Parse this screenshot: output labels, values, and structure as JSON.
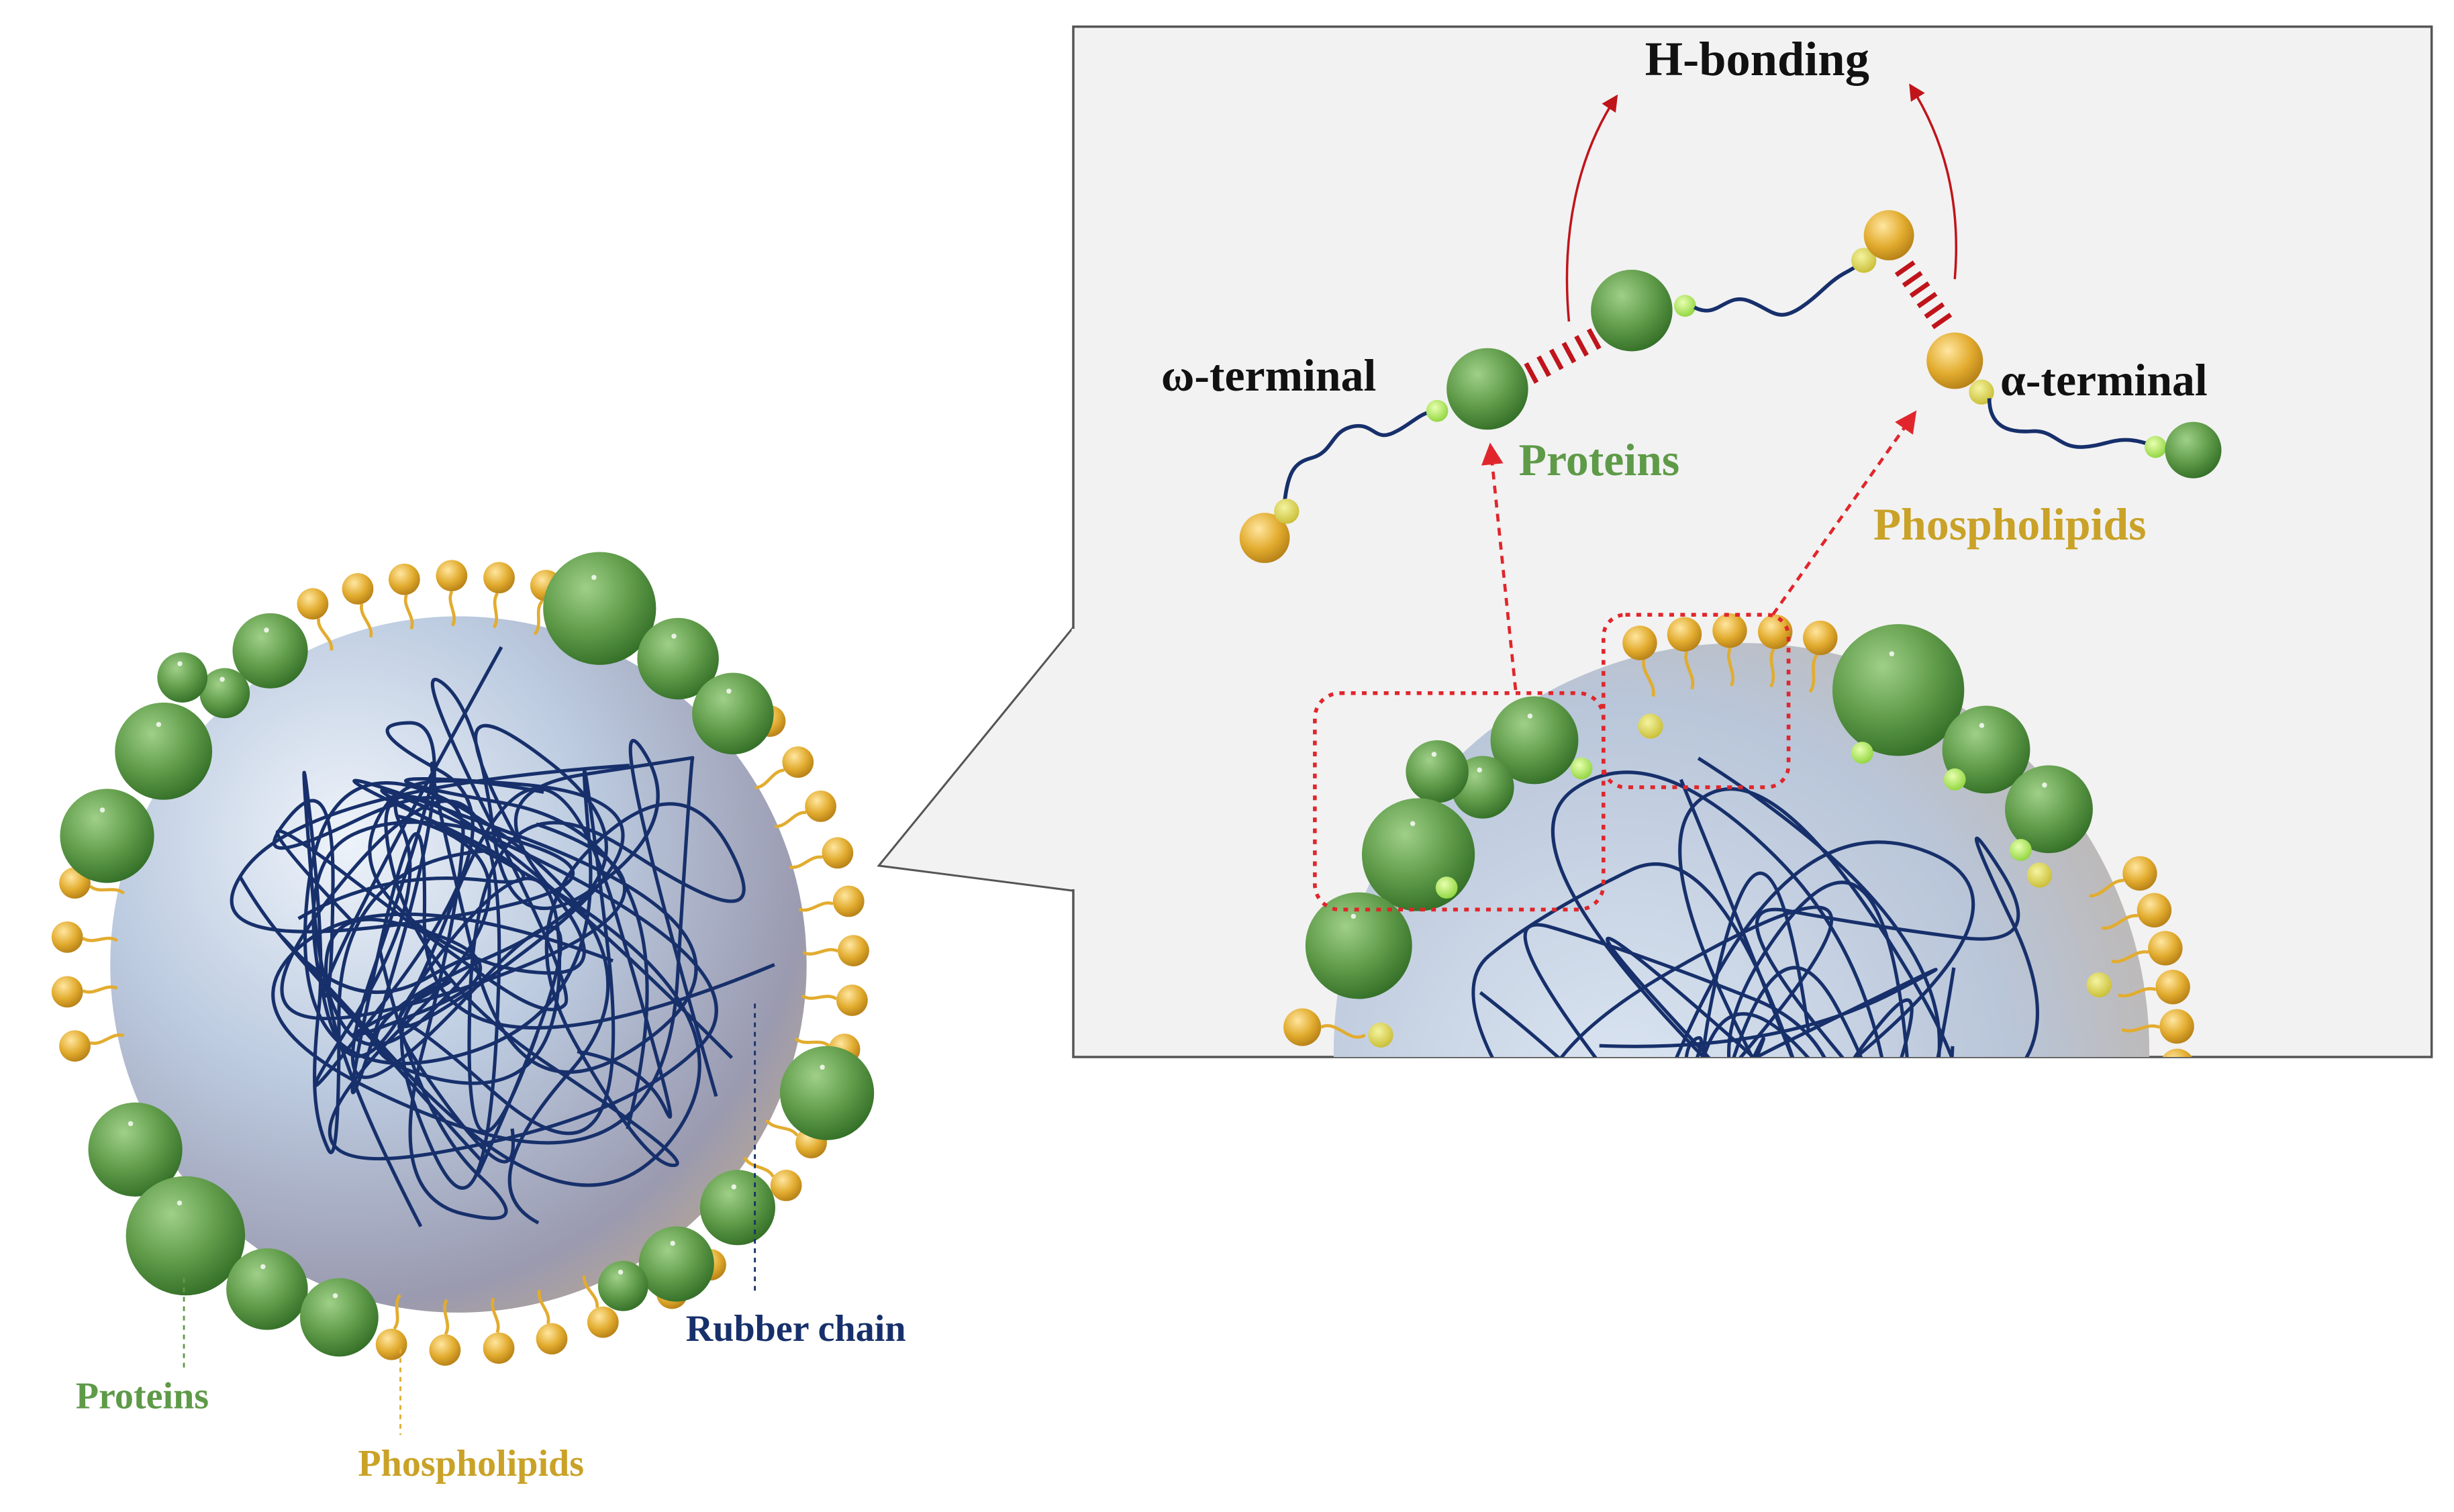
{
  "labels": {
    "h_bonding": "H-bonding",
    "omega_terminal": "ω-terminal",
    "alpha_terminal": "α-terminal",
    "proteins_zoom": "Proteins",
    "phospholipids_zoom": "Phospholipids",
    "rubber_chain": "Rubber chain",
    "proteins_main": "Proteins",
    "phospholipids_main": "Phospholipids"
  },
  "colors": {
    "protein": "#5e9a48",
    "phospholipid": "#e2ac2f",
    "rubber_chain": "#17306b",
    "hbond": "#c0141b",
    "highlight": "#e0262c",
    "panel_bg": "#f2f2f2",
    "label_black": "#111111"
  }
}
